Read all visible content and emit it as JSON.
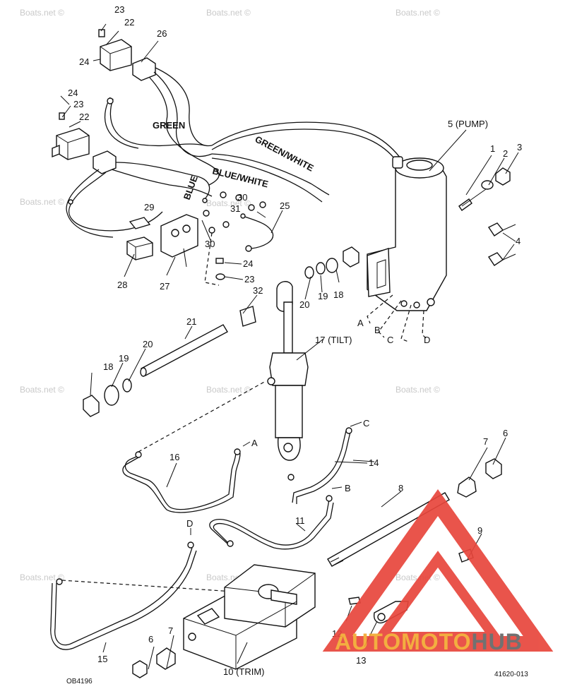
{
  "diagram": {
    "watermark_text": "Boats.net ©",
    "callouts": {
      "c1": "1",
      "c2": "2",
      "c3": "3",
      "c4": "4",
      "c5": "5 (PUMP)",
      "c6a": "6",
      "c6b": "6",
      "c7a": "7",
      "c7b": "7",
      "c8": "8",
      "c9": "9",
      "c10": "10 (TRIM)",
      "c11": "11",
      "c12": "12",
      "c13": "13",
      "c14": "14",
      "c15": "15",
      "c16": "16",
      "c17": "17 (TILT)",
      "c18a": "18",
      "c18b": "18",
      "c19a": "19",
      "c19b": "19",
      "c20a": "20",
      "c20b": "20",
      "c21": "21",
      "c22a": "22",
      "c22b": "22",
      "c23a": "23",
      "c23b": "23",
      "c23c": "23",
      "c24a": "24",
      "c24b": "24",
      "c24c": "24",
      "c25": "25",
      "c26": "26",
      "c27": "27",
      "c28": "28",
      "c29": "29",
      "c30a": "30",
      "c30b": "30",
      "c31": "31",
      "c32": "32"
    },
    "connection_letters": {
      "A1": "A",
      "B1": "B",
      "C1": "C",
      "D1": "D",
      "A2": "A",
      "B2": "B",
      "C2": "C",
      "D2": "D"
    },
    "wire_labels": {
      "green": "GREEN",
      "green_white": "GREEN/WHITE",
      "blue": "BLUE",
      "blue_white": "BLUE/WHITE"
    },
    "codes": {
      "left": "OB4196",
      "right": "41620-013"
    }
  },
  "brand": {
    "auto": "AUTOMOTO",
    "hub": "HUB",
    "logo_color": "#e8463c",
    "text_color": "#f2a830",
    "hub_color": "#666666"
  }
}
